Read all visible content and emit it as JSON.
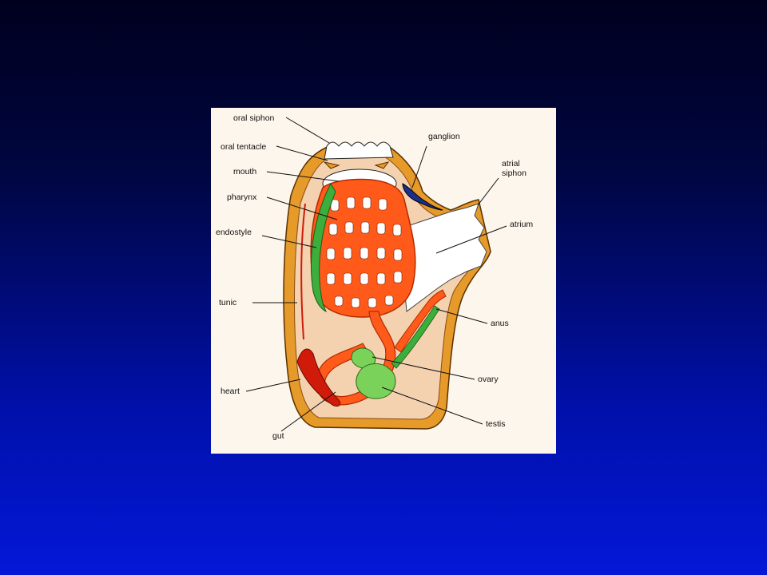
{
  "diagram": {
    "labels": {
      "oral_siphon": "oral siphon",
      "oral_tentacle": "oral tentacle",
      "mouth": "mouth",
      "pharynx": "pharynx",
      "endostyle": "endostyle",
      "tunic": "tunic",
      "heart": "heart",
      "gut": "gut",
      "ganglion": "ganglion",
      "atrial_siphon": "atrial\nsiphon",
      "atrium": "atrium",
      "anus": "anus",
      "ovary": "ovary",
      "testis": "testis"
    },
    "colors": {
      "slide_background_top": "#00001e",
      "slide_background_bottom": "#0418d8",
      "figure_background": "#fdf6ec",
      "tunic": "#e59a2a",
      "body_fill": "#f4d2b0",
      "pharynx": "#ff5a1a",
      "pharynx_stroke": "#b22a00",
      "endostyle": "#3cae3c",
      "ganglion": "#1a2f8c",
      "gonad": "#7ad25a",
      "heart": "#d01a0a",
      "atrium": "#ffffff"
    }
  }
}
